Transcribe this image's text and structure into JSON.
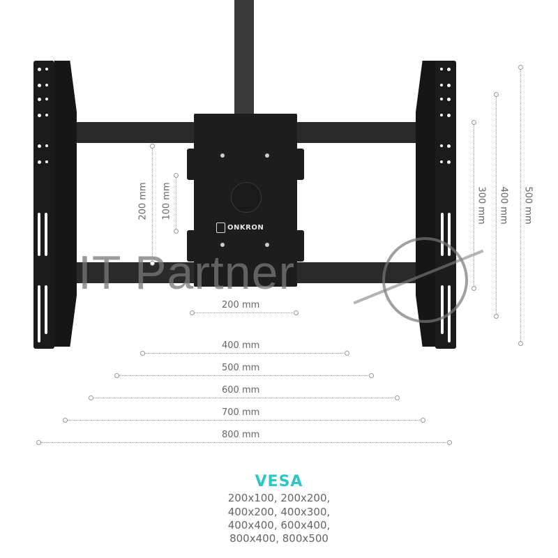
{
  "brand": {
    "logo_text": "ONKRON"
  },
  "watermark": {
    "text": "IT Partner"
  },
  "dimensions": {
    "vertical_left": [
      {
        "label": "200 mm"
      },
      {
        "label": "100 mm"
      }
    ],
    "vertical_right": [
      {
        "label": "300 mm"
      },
      {
        "label": "400 mm"
      },
      {
        "label": "500 mm"
      }
    ],
    "horizontal": [
      {
        "label": "200 mm"
      },
      {
        "label": "400 mm"
      },
      {
        "label": "500 mm"
      },
      {
        "label": "600 mm"
      },
      {
        "label": "700 mm"
      },
      {
        "label": "800 mm"
      }
    ]
  },
  "vesa": {
    "title": "VESA",
    "title_color": "#2cc6c4",
    "lines": [
      "200x100, 200x200,",
      "400x200, 400x300,",
      "400x400, 600x400,",
      "800x400, 800x500"
    ]
  }
}
